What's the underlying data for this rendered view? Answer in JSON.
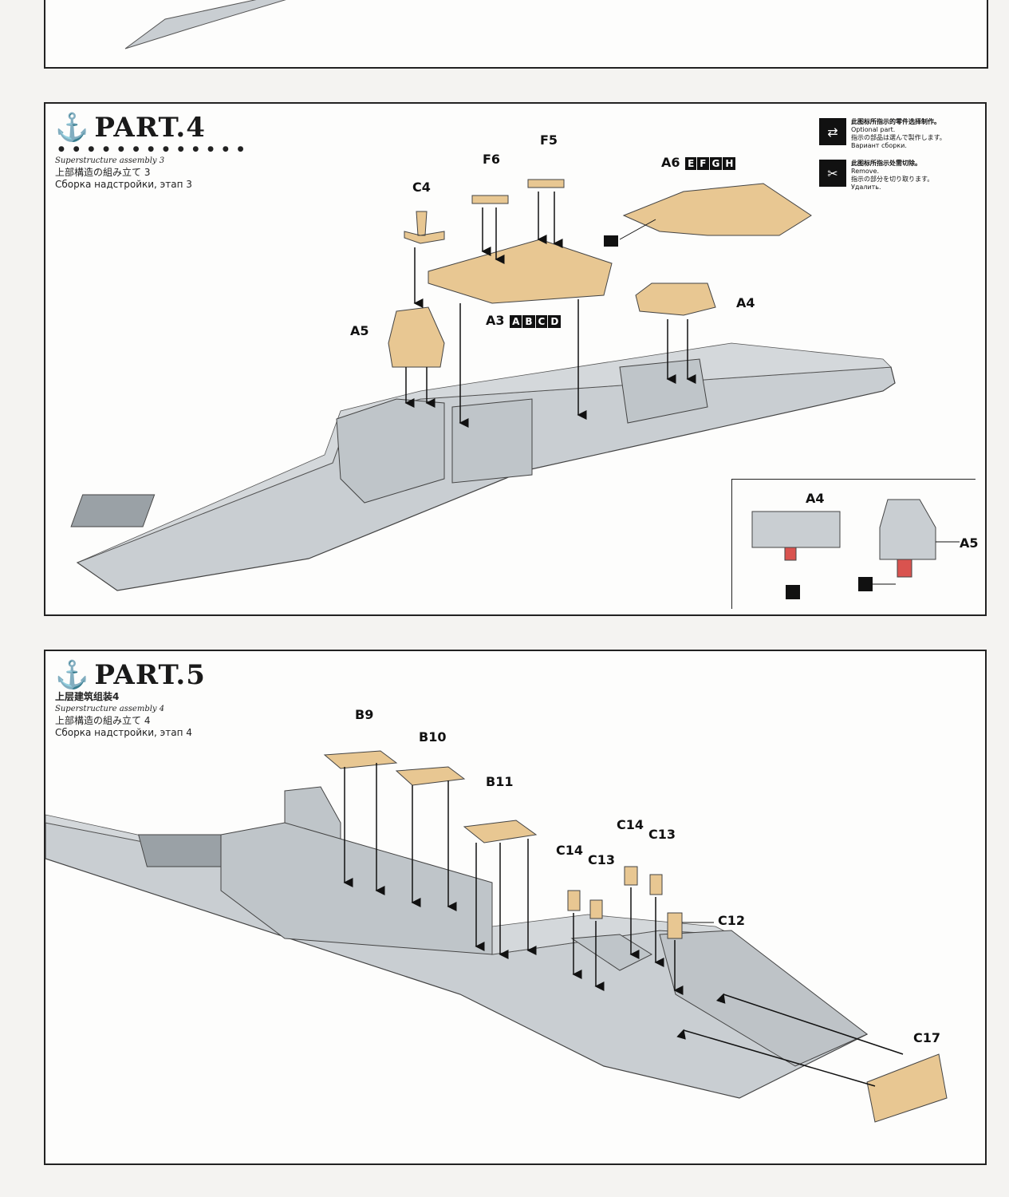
{
  "part4": {
    "title": "PART.4",
    "subtitle_en": "Superstructure assembly 3",
    "subtitle_jp": "上部構造の組み立て 3",
    "subtitle_ru": "Сборка надстройки, этап 3",
    "labels": {
      "c4": "C4",
      "f6": "F6",
      "f5": "F5",
      "a6": "A6",
      "a3": "A3",
      "a4": "A4",
      "a5": "A5",
      "a3_opts": [
        "A",
        "B",
        "C",
        "D"
      ],
      "a6_opts": [
        "E",
        "F",
        "G",
        "H"
      ]
    },
    "legend": {
      "optional": {
        "cn": "此图标所指示的零件选择制作。",
        "en": "Optional part.",
        "jp": "指示の部品は選んで製作します。",
        "ru": "Вариант сборки."
      },
      "remove": {
        "cn": "此图标所指示处需切除。",
        "en": "Remove.",
        "jp": "指示の部分を切り取ります。",
        "ru": "Удалить."
      }
    },
    "inset": {
      "a4": "A4",
      "a5": "A5"
    }
  },
  "part5": {
    "title": "PART.5",
    "subtitle_cn": "上层建筑组装4",
    "subtitle_en": "Superstructure assembly 4",
    "subtitle_jp": "上部構造の組み立て 4",
    "subtitle_ru": "Сборка надстройки, этап 4",
    "labels": {
      "b9": "B9",
      "b10": "B10",
      "b11": "B11",
      "c14a": "C14",
      "c13a": "C13",
      "c14b": "C14",
      "c13b": "C13",
      "c12": "C12",
      "c17": "C17"
    }
  },
  "colors": {
    "hull": "#c9ced2",
    "part_tan": "#e8c792",
    "frame": "#222222",
    "removal_red": "#d9534f"
  }
}
